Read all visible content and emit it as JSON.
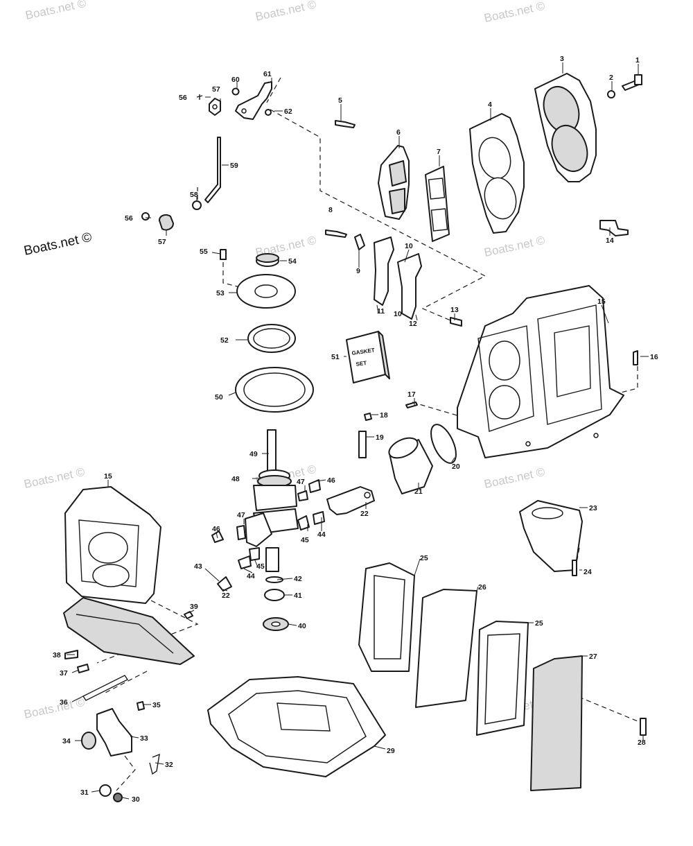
{
  "watermark": {
    "main": "Boats.net ©",
    "repeat": "Boats.net ©"
  },
  "gasket_set": {
    "line1": "GASKET",
    "line2": "SET"
  },
  "callouts": {
    "c1": "1",
    "c2": "2",
    "c3": "3",
    "c4": "4",
    "c5": "5",
    "c6": "6",
    "c7": "7",
    "c8": "8",
    "c9": "9",
    "c10a": "10",
    "c10b": "10",
    "c11": "11",
    "c12": "12",
    "c13": "13",
    "c14": "14",
    "c15a": "15",
    "c15b": "15",
    "c16": "16",
    "c17": "17",
    "c18": "18",
    "c19": "19",
    "c20": "20",
    "c21": "21",
    "c22a": "22",
    "c22b": "22",
    "c23": "23",
    "c24": "24",
    "c25a": "25",
    "c25b": "25",
    "c26": "26",
    "c27": "27",
    "c28": "28",
    "c29": "29",
    "c30": "30",
    "c31": "31",
    "c32": "32",
    "c33": "33",
    "c34": "34",
    "c35": "35",
    "c36": "36",
    "c37": "37",
    "c38": "38",
    "c39": "39",
    "c40": "40",
    "c41": "41",
    "c42": "42",
    "c43": "43",
    "c44a": "44",
    "c44b": "44",
    "c45a": "45",
    "c45b": "45",
    "c46a": "46",
    "c46b": "46",
    "c47a": "47",
    "c47b": "47",
    "c48": "48",
    "c49": "49",
    "c50": "50",
    "c51": "51",
    "c52": "52",
    "c53": "53",
    "c54": "54",
    "c55": "55",
    "c56a": "56",
    "c56b": "56",
    "c57a": "57",
    "c57b": "57",
    "c58": "58",
    "c59": "59",
    "c60": "60",
    "c61": "61",
    "c62": "62"
  }
}
